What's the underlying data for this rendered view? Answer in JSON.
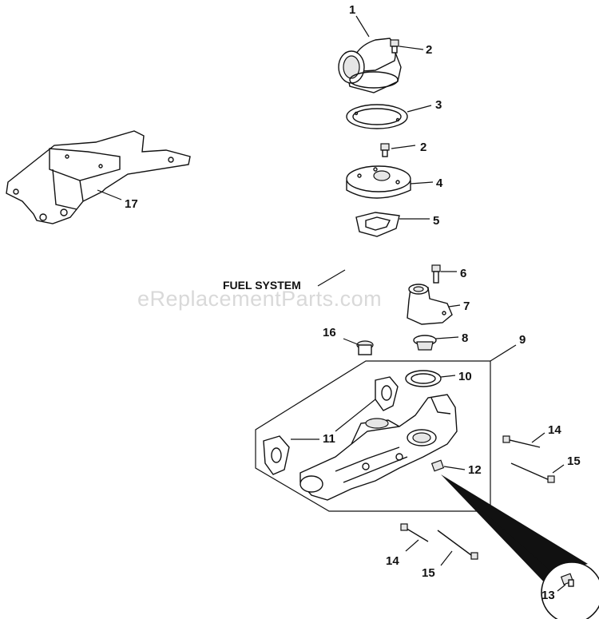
{
  "diagram": {
    "watermark": "eReplacementParts.com",
    "section_label": "FUEL SYSTEM",
    "callouts": {
      "c1": "1",
      "c2a": "2",
      "c2b": "2",
      "c3": "3",
      "c4": "4",
      "c5": "5",
      "c6": "6",
      "c7": "7",
      "c8": "8",
      "c9": "9",
      "c10": "10",
      "c11": "11",
      "c12": "12",
      "c13": "13",
      "c14a": "14",
      "c14b": "14",
      "c15a": "15",
      "c15b": "15",
      "c16": "16",
      "c17": "17"
    }
  }
}
